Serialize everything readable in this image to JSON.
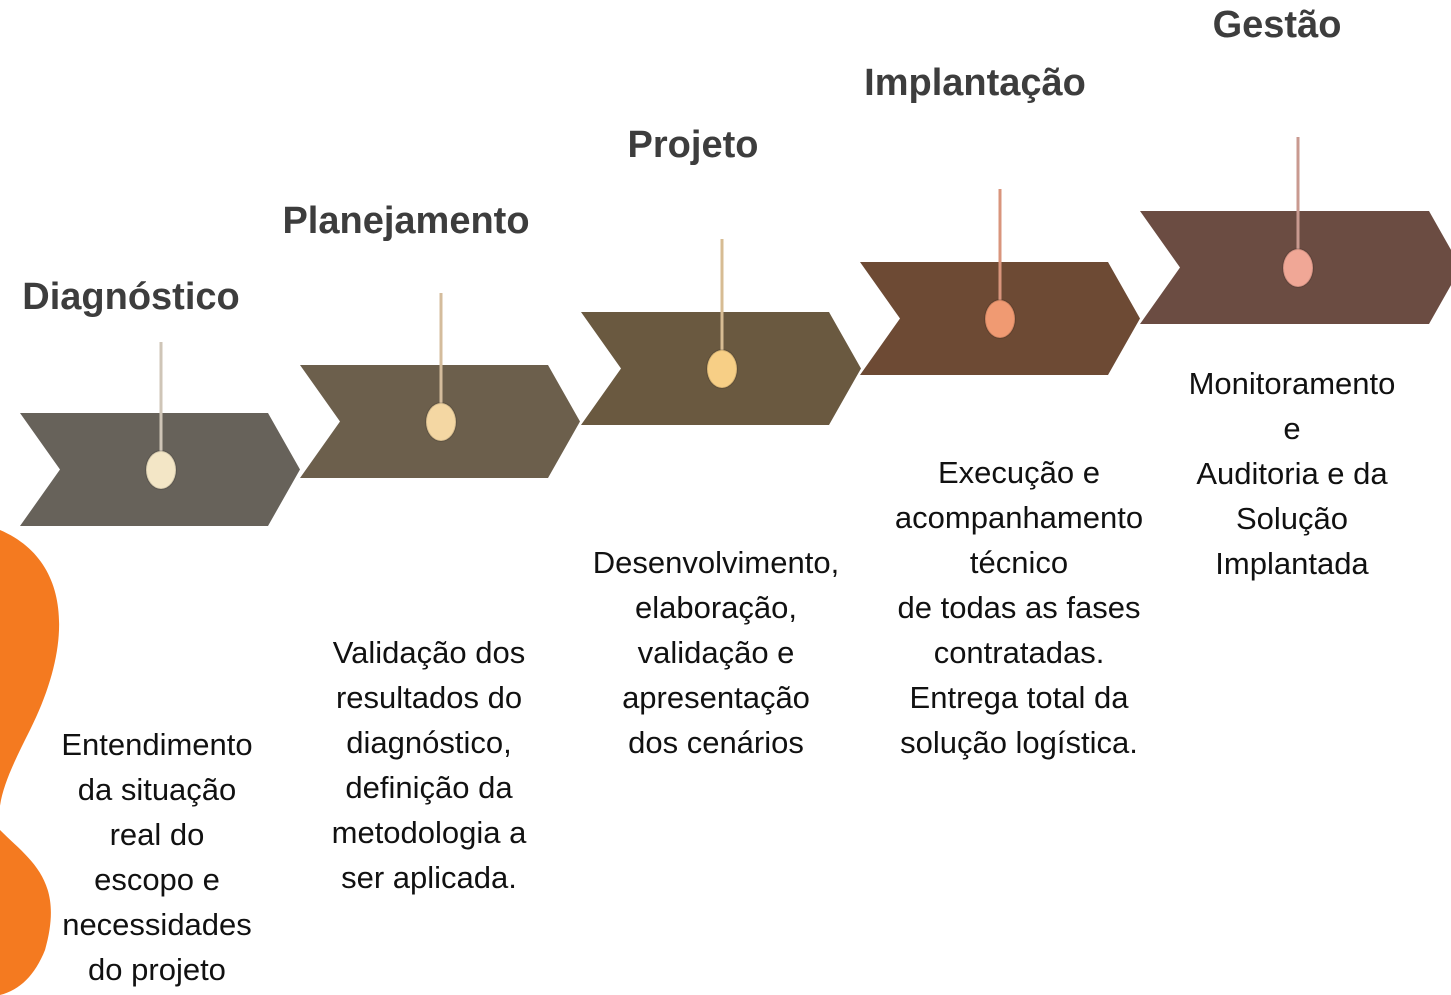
{
  "colors": {
    "accent": "#f47a20",
    "chevrons": [
      "#67625a",
      "#6c5f4c",
      "#6a5940",
      "#6d4a34",
      "#6b4c42"
    ],
    "dots": [
      "#f3e6c6",
      "#f4d7a3",
      "#f7cf86",
      "#f09a72",
      "#f0a796"
    ],
    "stems": [
      "#cfc5b7",
      "#d4bc9c",
      "#d7bc93",
      "#d9957c",
      "#c99a90"
    ]
  },
  "steps": [
    {
      "title": "Diagnóstico",
      "description": "Entendimento\nda situação\nreal do\nescopo e\nnecessidades\ndo projeto"
    },
    {
      "title": "Planejamento",
      "description": "Validação dos\nresultados do\ndiagnóstico,\ndefinição da\nmetodologia a\nser aplicada."
    },
    {
      "title": "Projeto",
      "description": "Desenvolvimento,\nelaboração,\nvalidação e\napresentação\ndos cenários"
    },
    {
      "title": "Implantação",
      "description": "Execução e\nacompanhamento\ntécnico\nde todas as fases\ncontratadas.\nEntrega total da\nsolução logística."
    },
    {
      "title": "Gestão",
      "description": "Monitoramento\ne\nAuditoria e da\nSolução\nImplantada"
    }
  ]
}
